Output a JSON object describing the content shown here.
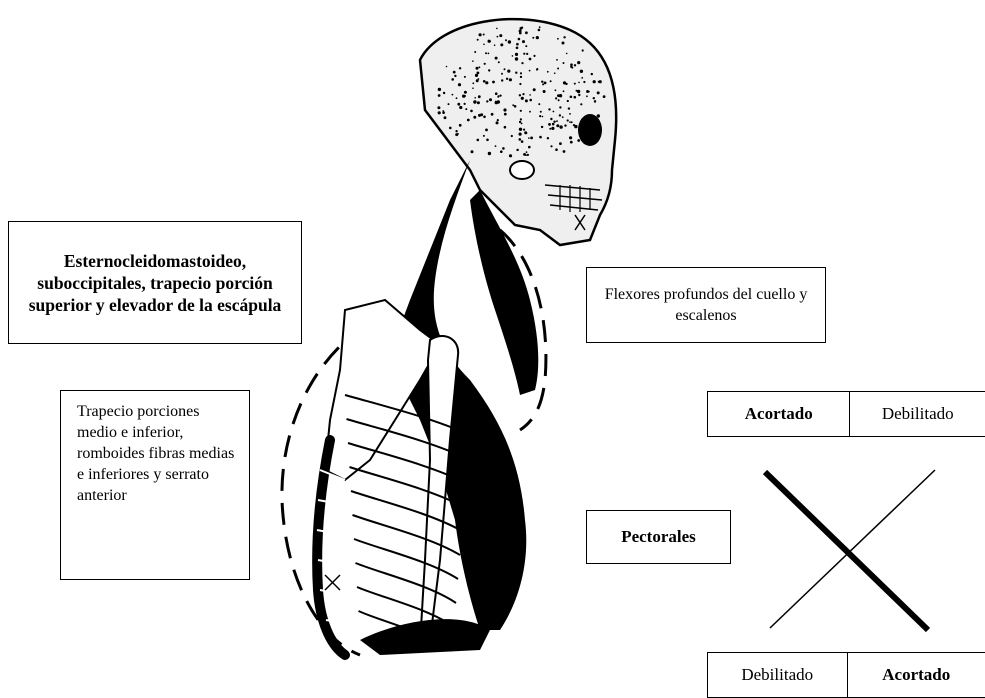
{
  "labels": {
    "upper_cross_tight": "Esternocleidomastoideo, suboccipitales, trapecio porción superior y elevador de la escápula",
    "upper_cross_weak": "Flexores profundos del cuello y escalenos",
    "lower_weak": "Trapecio porciones medio e inferior, romboides fibras medias e inferiores y serrato anterior",
    "pectorals": "Pectorales"
  },
  "legend": {
    "top_left": "Acortado",
    "top_right": "Debilitado",
    "bottom_left": "Debilitado",
    "bottom_right": "Acortado"
  },
  "colors": {
    "ink": "#000000",
    "background": "#ffffff",
    "skull_shade": "#d9d9d9"
  }
}
